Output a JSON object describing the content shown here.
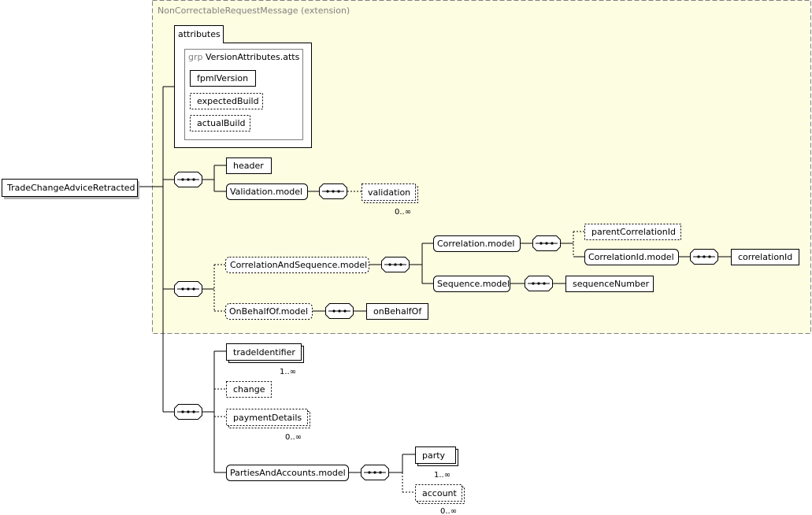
{
  "extension": {
    "label": "NonCorrectableRequestMessage (extension)"
  },
  "root": {
    "label": "TradeChangeAdviceRetracted"
  },
  "attributes": {
    "tab_label": "attributes",
    "group_prefix": "grp",
    "group_name": "VersionAttributes.atts",
    "items": [
      "fpmlVersion",
      "expectedBuild",
      "actualBuild"
    ]
  },
  "elements": {
    "header": "header",
    "validation_model": "Validation.model",
    "validation": "validation",
    "correlation_and_sequence_model": "CorrelationAndSequence.model",
    "correlation_model": "Correlation.model",
    "parent_correlation_id": "parentCorrelationId",
    "correlation_id_model": "CorrelationId.model",
    "correlation_id": "correlationId",
    "sequence_model": "Sequence.model",
    "sequence_number": "sequenceNumber",
    "on_behalf_of_model": "OnBehalfOf.model",
    "on_behalf_of": "onBehalfOf",
    "trade_identifier": "tradeIdentifier",
    "change": "change",
    "payment_details": "paymentDetails",
    "parties_and_accounts_model": "PartiesAndAccounts.model",
    "party": "party",
    "account": "account"
  },
  "cardinality": {
    "validation": "0..∞",
    "trade_identifier": "1..∞",
    "payment_details": "0..∞",
    "party": "1..∞",
    "account": "0..∞"
  },
  "colors": {
    "extension_fill": "#fdfde2",
    "extension_border": "#808080",
    "box_fill": "#ffffff",
    "stroke": "#000000"
  }
}
